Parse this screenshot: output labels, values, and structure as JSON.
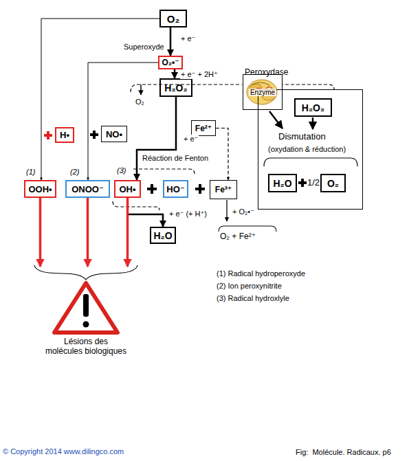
{
  "diagram": {
    "nodes": [
      {
        "text": [
          "O₂"
        ]
      },
      {
        "text": [
          "O₂•⁻"
        ]
      },
      {
        "text": [
          "H₂O₂"
        ]
      },
      {
        "text": [
          "Peroxydase"
        ]
      },
      {
        "text": [
          "Enzyme"
        ],
        "in": 3
      },
      {
        "text": [
          "H₂O₂"
        ],
        "in": 3
      },
      {
        "text": [
          "H₂O"
        ],
        "in": 3
      },
      {
        "text": [
          "O₂"
        ],
        "in": 3
      },
      {
        "text": [
          "H•"
        ]
      },
      {
        "text": [
          "NO•"
        ]
      },
      {
        "text": [
          "Fe²⁺"
        ]
      },
      {
        "text": [
          "OOH•"
        ]
      },
      {
        "text": [
          "ONOO⁻"
        ]
      },
      {
        "text": [
          "OH•"
        ]
      },
      {
        "text": [
          "HO⁻"
        ]
      },
      {
        "text": [
          "Fe³⁺"
        ]
      },
      {
        "text": [
          "H₂O"
        ]
      },
      {
        "text": [
          "Lésions des molécules biologiques"
        ]
      }
    ],
    "edges": [
      {
        "from": 0,
        "to": 1,
        "label": "+ e⁻",
        "arrow": "to"
      },
      {
        "from": 1,
        "to": 2,
        "label": "+ e⁻ + 2H⁺",
        "arrow": "to"
      },
      {
        "from": 0,
        "to": 11,
        "arrow": "to"
      },
      {
        "from": 1,
        "to": 12,
        "arrow": "to"
      },
      {
        "from": 2,
        "to": 13,
        "label": "+ e⁻",
        "arrow": "to"
      },
      {
        "from": 10,
        "to": 15,
        "arrow": "to"
      },
      {
        "from": 13,
        "to": 16,
        "label": "+ e⁻ (+ H⁺)",
        "arrow": "to"
      },
      {
        "from": 11,
        "to": 17,
        "arrow": "to"
      },
      {
        "from": 12,
        "to": 17,
        "arrow": "to"
      },
      {
        "from": 13,
        "to": 17,
        "arrow": "to"
      }
    ],
    "labels": [
      "Superoxyde",
      "O₂",
      "Réaction de Fenton",
      "(1)",
      "(2)",
      "(3)",
      "+ O₂•⁻",
      "O₂ + Fe²⁺",
      "Dismutation",
      "(oxydation & réduction)",
      "1/2",
      "(1) Radical hydroperoxyde",
      "(2) Ion peroxynitrite",
      "(3) Radical hydroxlyle",
      "© Copyright 2014 www.dilingco.com",
      "Fig:  Molécule. Radicaux. p6"
    ]
  }
}
